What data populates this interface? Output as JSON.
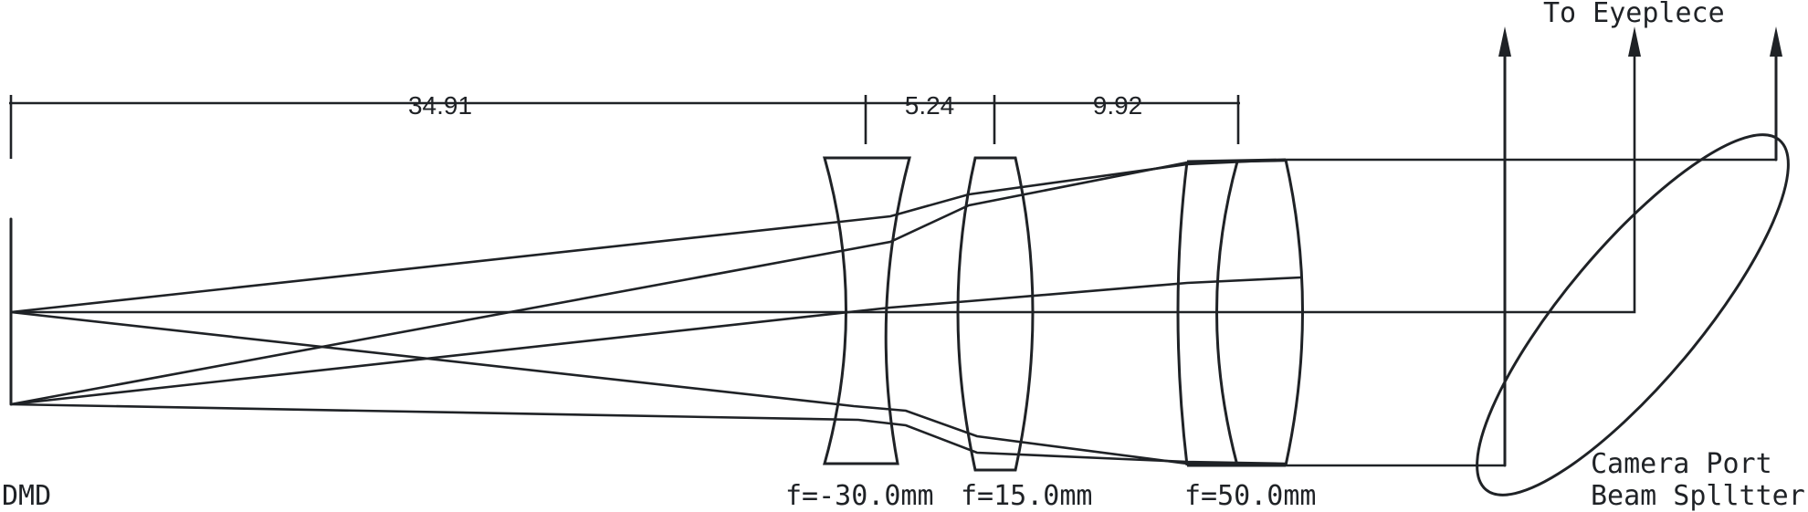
{
  "labels": {
    "source": "DMD",
    "eyepiece": "To Eyeplece",
    "splitter_line1": "Camera Port",
    "splitter_line2": "Beam Splltter"
  },
  "dimensions": {
    "d1": "34.91",
    "d2": "5.24",
    "d3": "9.92"
  },
  "lenses": {
    "lens1_focal": "f=-30.0mm",
    "lens2_focal": "f=15.0mm",
    "lens3_focal": "f=50.0mm"
  }
}
